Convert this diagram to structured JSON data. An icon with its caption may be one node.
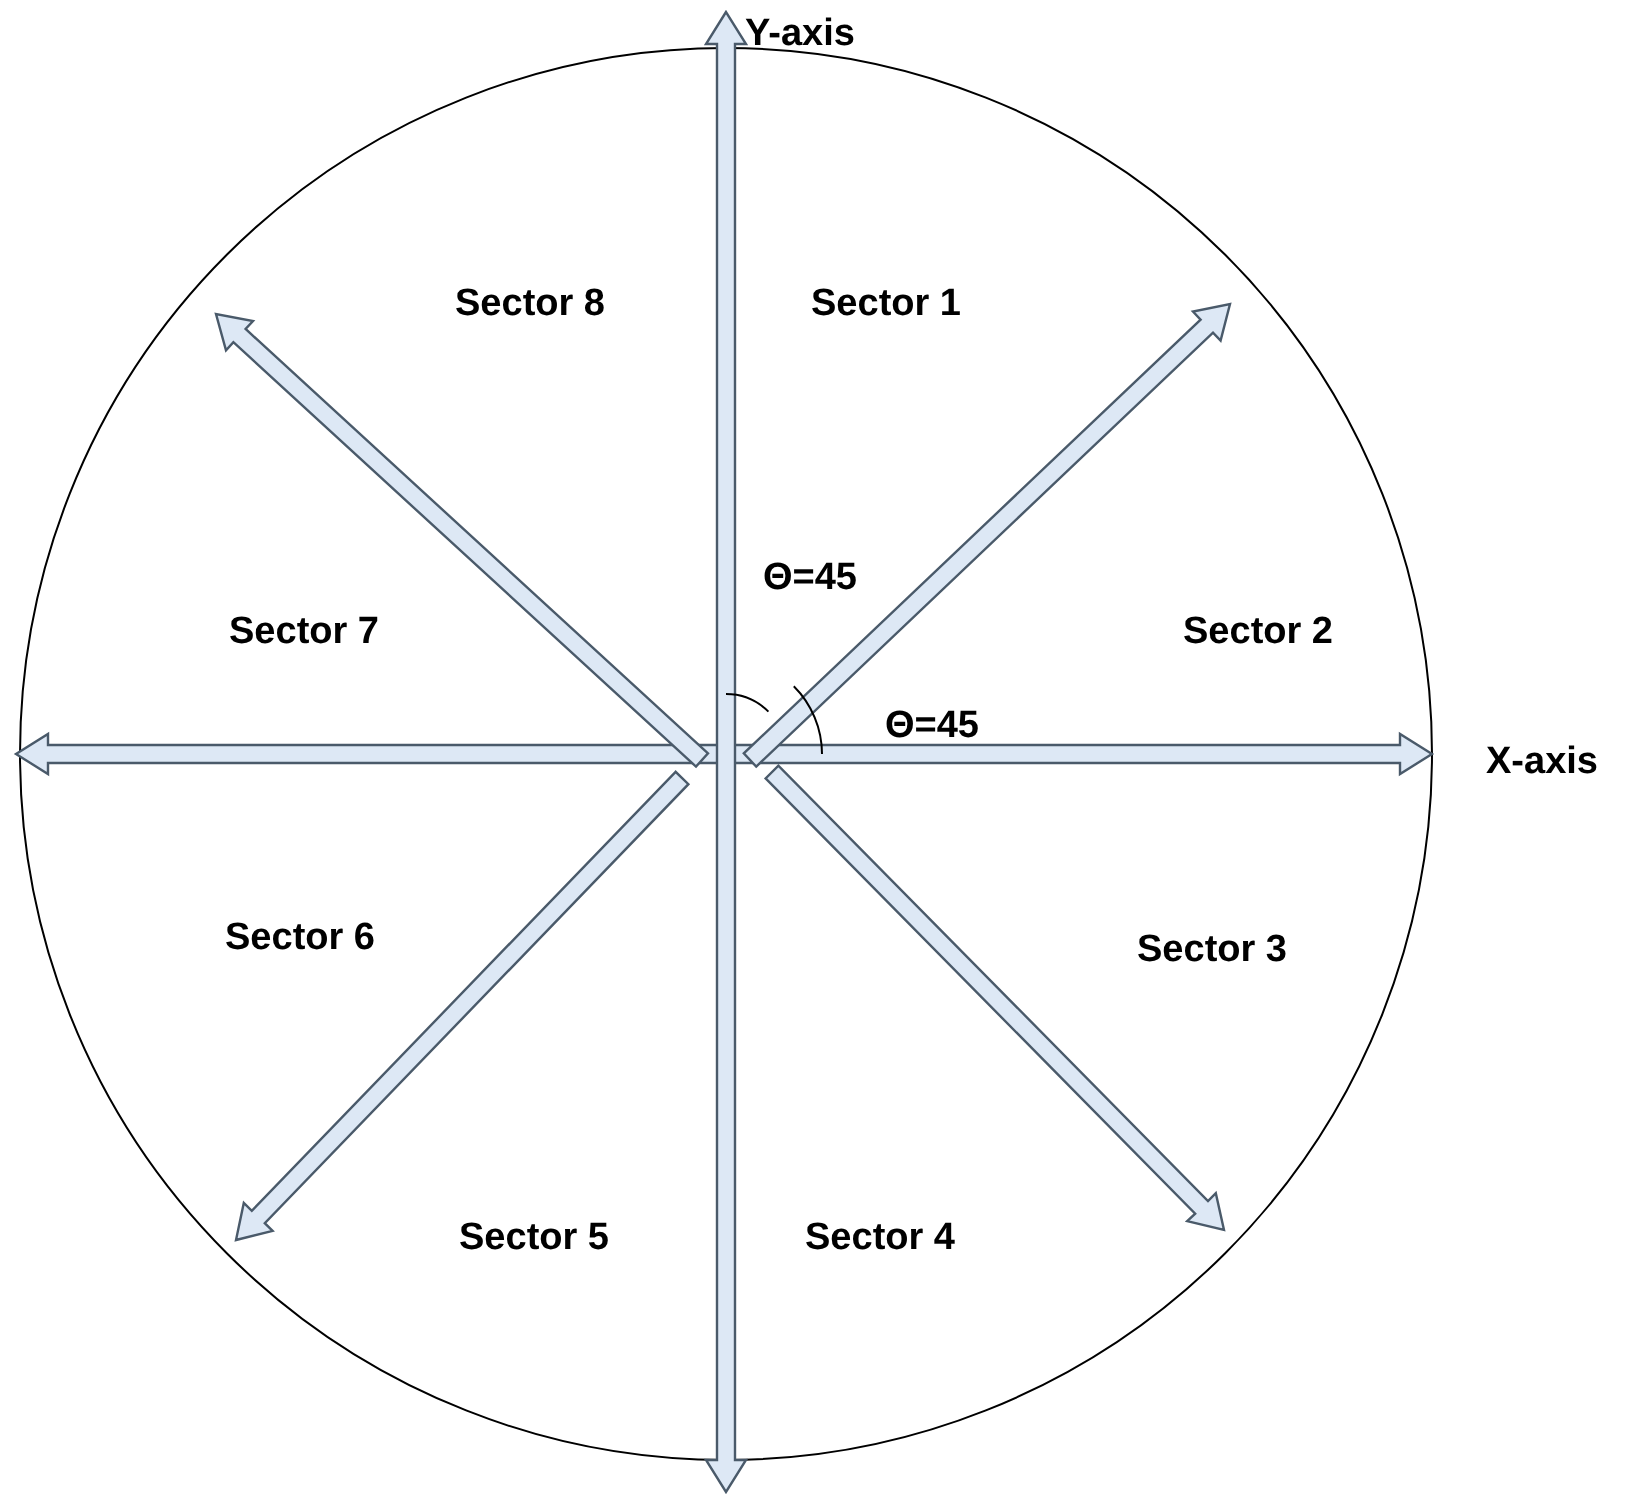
{
  "diagram": {
    "labels": [
      "Y-axis",
      "Sector 8",
      "Sector 1",
      "Θ=45",
      "Sector 7",
      "Sector 2",
      "Θ=45",
      "X-axis",
      "Sector 6",
      "Sector 3",
      "Sector 5",
      "Sector 4"
    ]
  }
}
